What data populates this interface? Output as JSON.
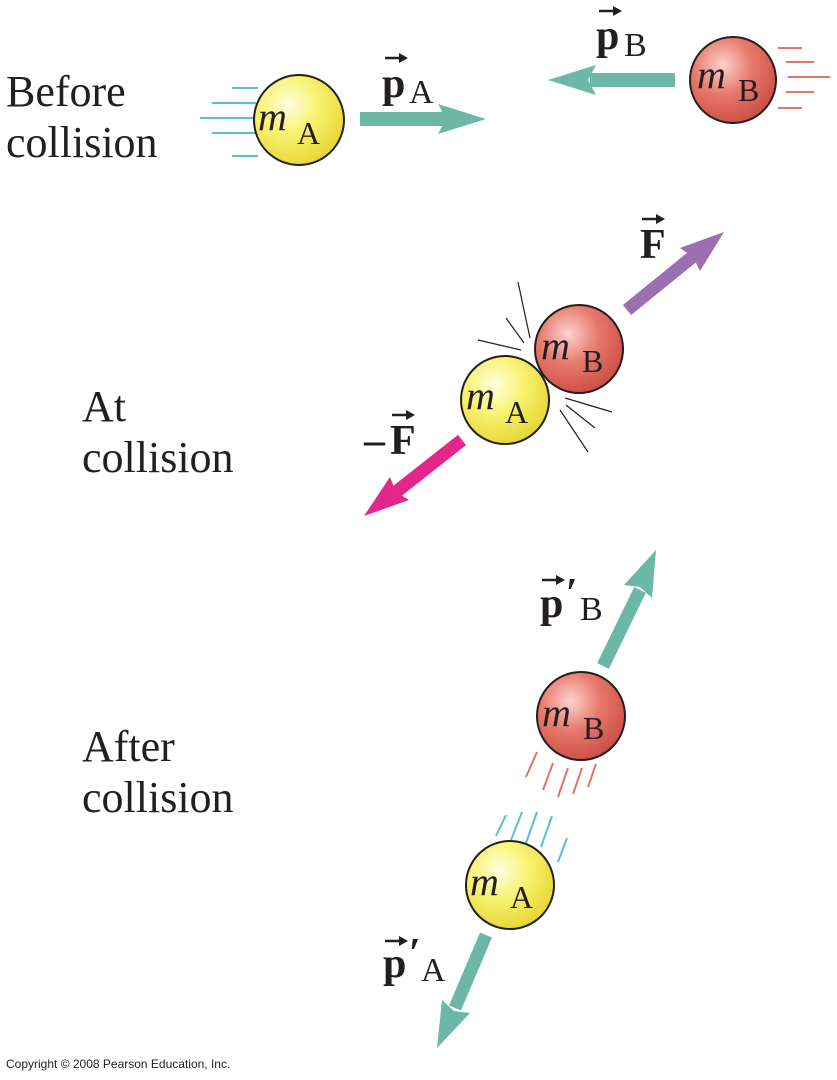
{
  "labels": {
    "before": [
      "Before",
      "collision"
    ],
    "at": [
      "At",
      "collision"
    ],
    "after": [
      "After",
      "collision"
    ]
  },
  "balls": {
    "mass_symbol": "m",
    "a_subscript": "A",
    "b_subscript": "B"
  },
  "vectors": {
    "pA": {
      "symbol": "p",
      "subscript": "A"
    },
    "pB": {
      "symbol": "p",
      "subscript": "B"
    },
    "F": {
      "symbol": "F"
    },
    "negF": {
      "sign": "–",
      "symbol": "F"
    },
    "pA_prime": {
      "symbol": "p",
      "prime": "′",
      "subscript": "A"
    },
    "pB_prime": {
      "symbol": "p",
      "prime": "′",
      "subscript": "B"
    }
  },
  "colors": {
    "momentum_arrow": "#6db7a6",
    "force_arrow": "#9b6fb0",
    "neg_force_arrow": "#e4268a",
    "ball_a": "#f7f069",
    "ball_b": "#e56e63",
    "motion_lines_a": "#5bbcd6",
    "motion_lines_b": "#e0756a",
    "impact_lines": "#231f20"
  },
  "copyright": "Copyright © 2008 Pearson Education, Inc."
}
